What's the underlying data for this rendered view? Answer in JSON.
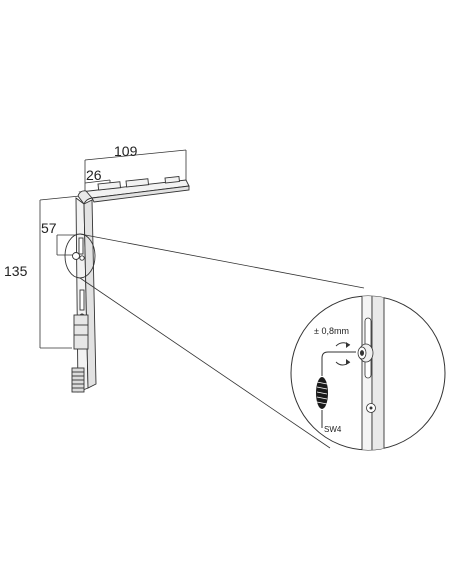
{
  "dimensions": {
    "top_width": "109",
    "top_short": "26",
    "side_short": "57",
    "side_height": "135"
  },
  "detail": {
    "tolerance": "± 0,8mm",
    "tool_label": "SW4"
  },
  "colors": {
    "line": "#333333",
    "light_line": "#777777",
    "metal_fill": "#f2f2f2",
    "dark": "#1a1a1a"
  }
}
